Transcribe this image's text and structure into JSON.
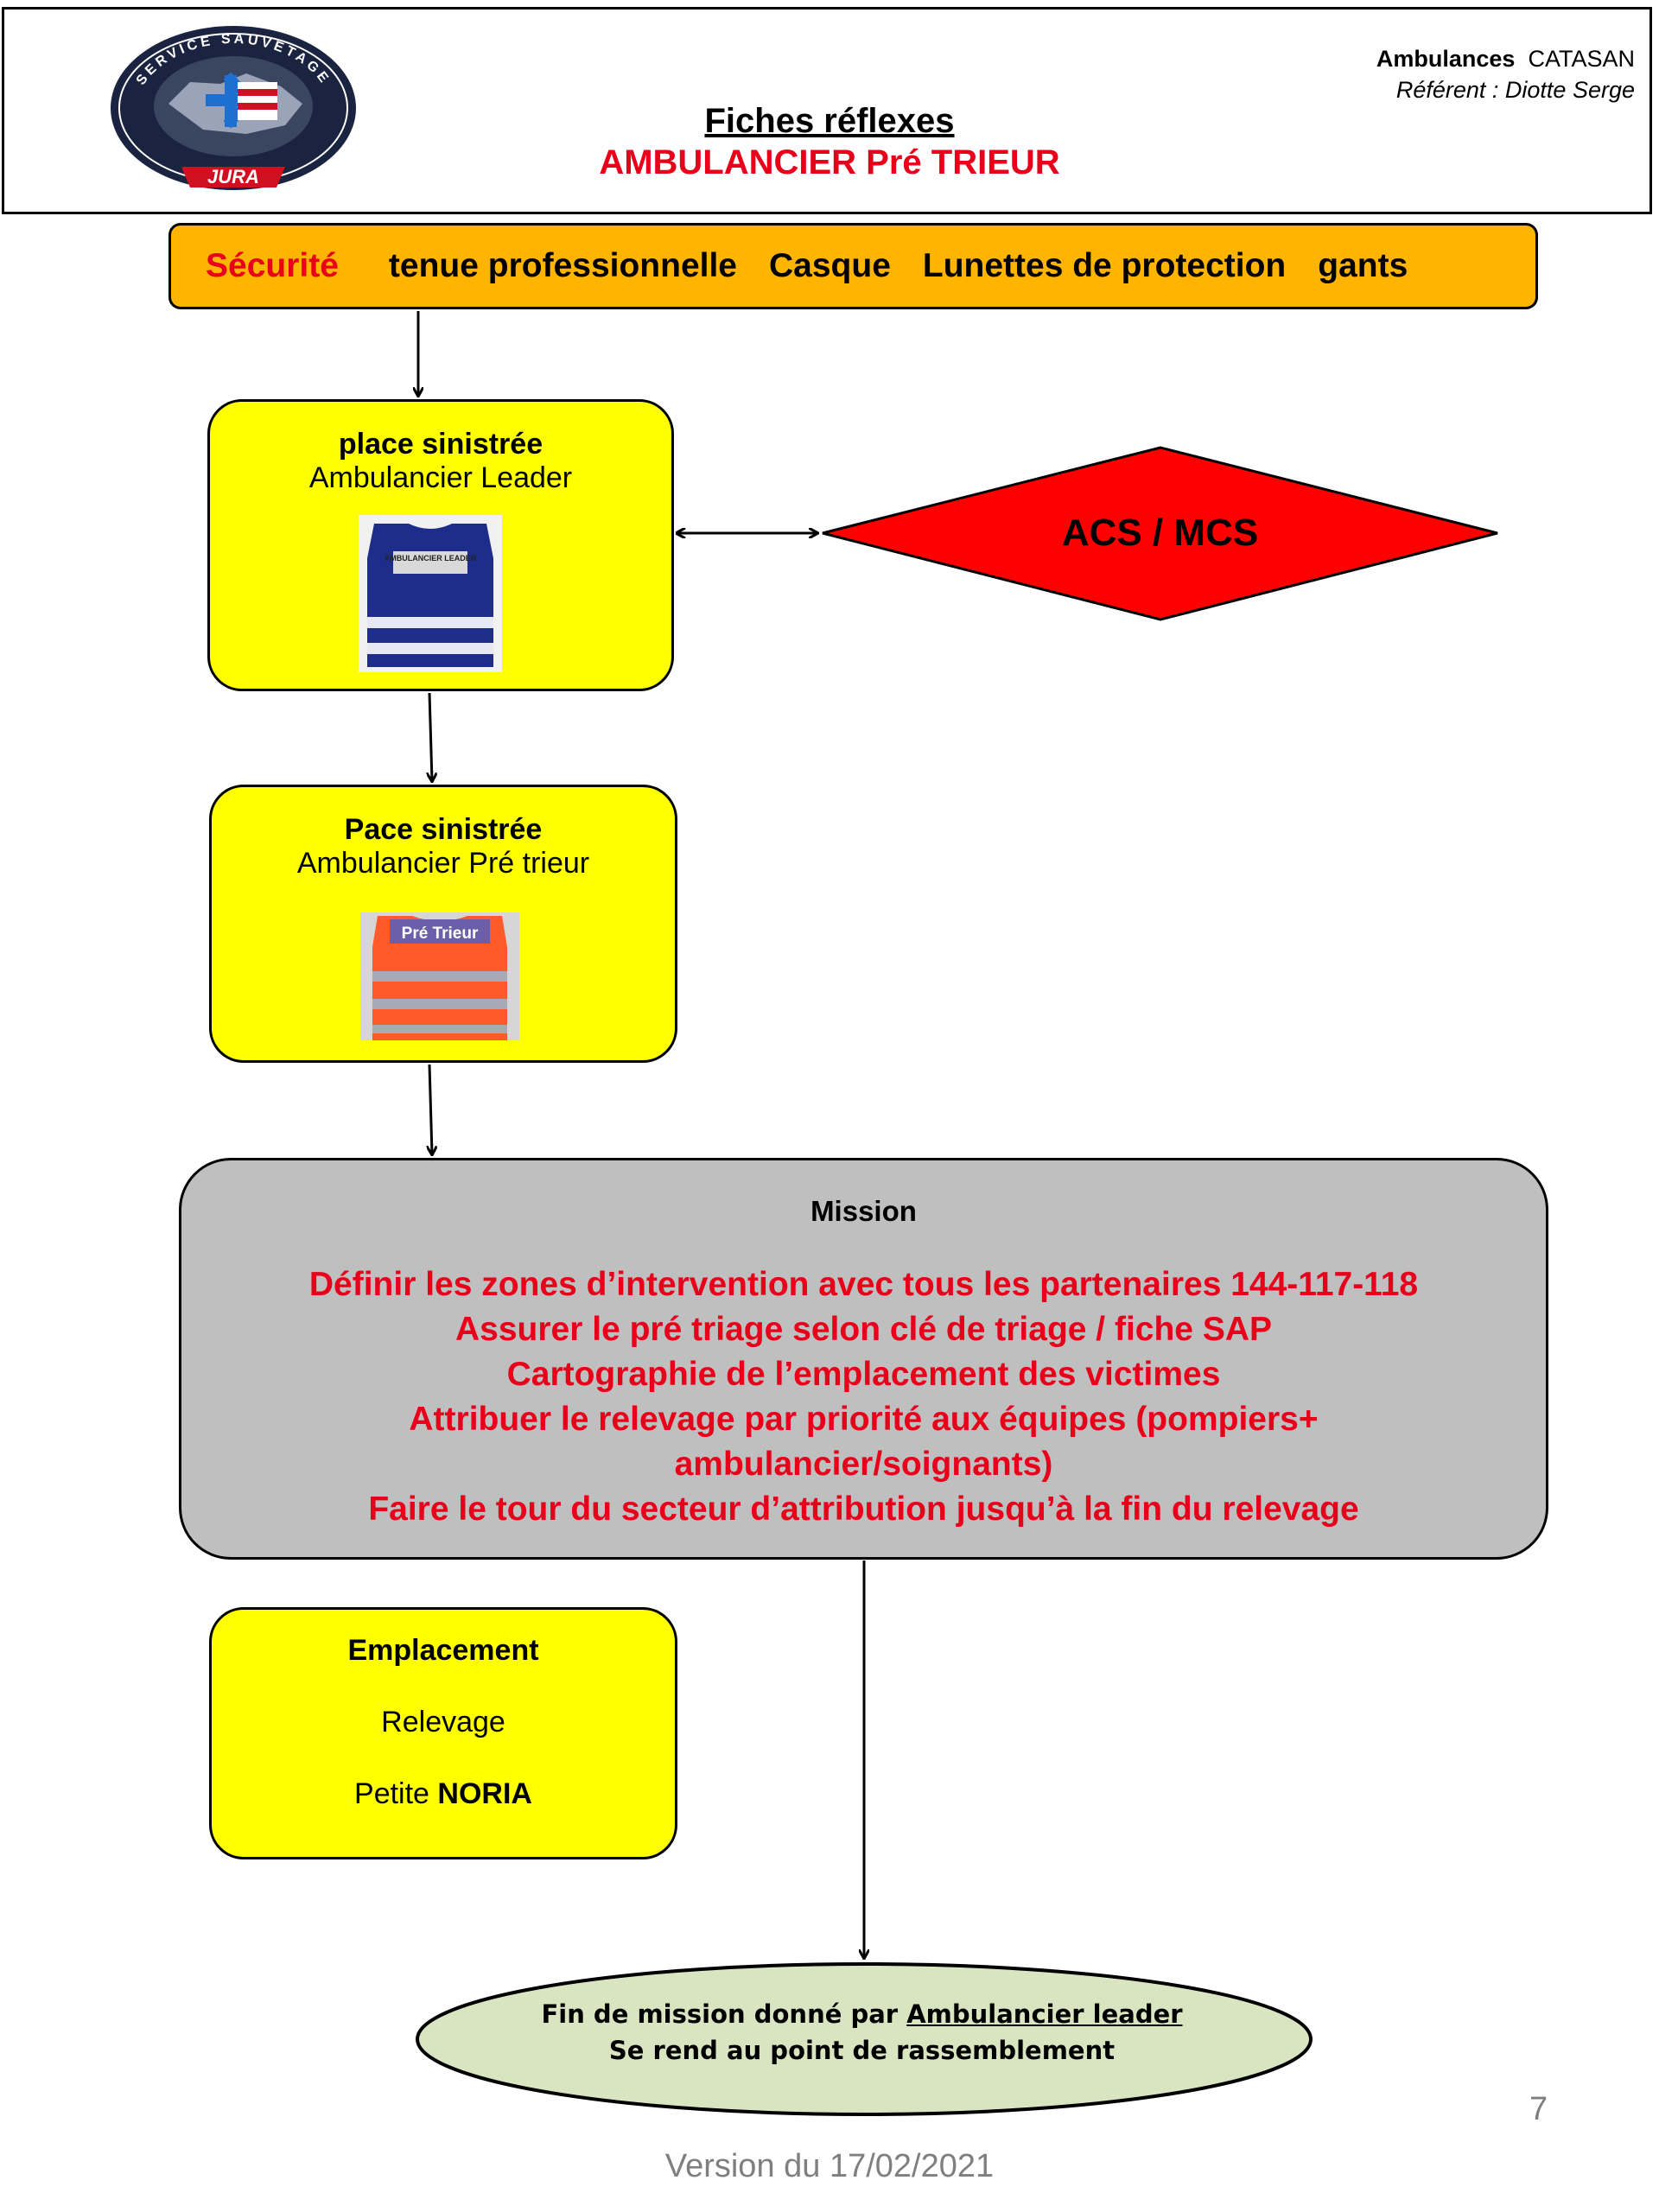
{
  "header": {
    "company_bold": "Ambulances",
    "company_rest": "CATASAN",
    "referent": "Référent : Diotte Serge",
    "title": "Fiches réflexes",
    "subtitle": "AMBULANCIER Pré TRIEUR",
    "logo": {
      "arc_top": "SERVICE SAUVETAGE",
      "bottom": "JURA"
    }
  },
  "security": {
    "label": "Sécurité",
    "items": [
      "tenue professionnelle",
      "Casque",
      "Lunettes de protection",
      "gants"
    ]
  },
  "box1": {
    "title": "place sinistrée",
    "subtitle": "Ambulancier Leader",
    "vest_text": "AMBULANCIER LEADER",
    "vest_color": "#1f2d8a"
  },
  "decision": {
    "label": "ACS / MCS",
    "color": "#ff0000"
  },
  "box2": {
    "title": "Pace sinistrée",
    "subtitle": "Ambulancier Pré trieur",
    "vest_text": "Pré Trieur",
    "vest_color": "#ff5a2a"
  },
  "mission": {
    "title": "Mission",
    "lines": [
      "Définir les zones d’intervention avec tous les partenaires 144-117-118",
      "Assurer le pré triage selon clé de triage / fiche SAP",
      "Cartographie de l’emplacement des victimes",
      "Attribuer le relevage par priorité aux équipes (pompiers+ ambulancier/soignants)",
      "Faire le tour du secteur d’attribution jusqu’à la fin du relevage"
    ]
  },
  "box3": {
    "title": "Emplacement",
    "line1": "Relevage",
    "line2_prefix": "Petite",
    "line2_bold": "NORIA"
  },
  "end": {
    "line1_prefix": "Fin de mission donné par",
    "line1_link": "Ambulancier leader",
    "line2": "Se rend au point de rassemblement",
    "color": "#d9e4c1"
  },
  "footer": {
    "page_number": "7",
    "version": "Version du 17/02/2021"
  },
  "colors": {
    "security_bg": "#ffb400",
    "box_yellow": "#ffff00",
    "mission_grey": "#bfbfbf",
    "red_text": "#e8001b"
  }
}
